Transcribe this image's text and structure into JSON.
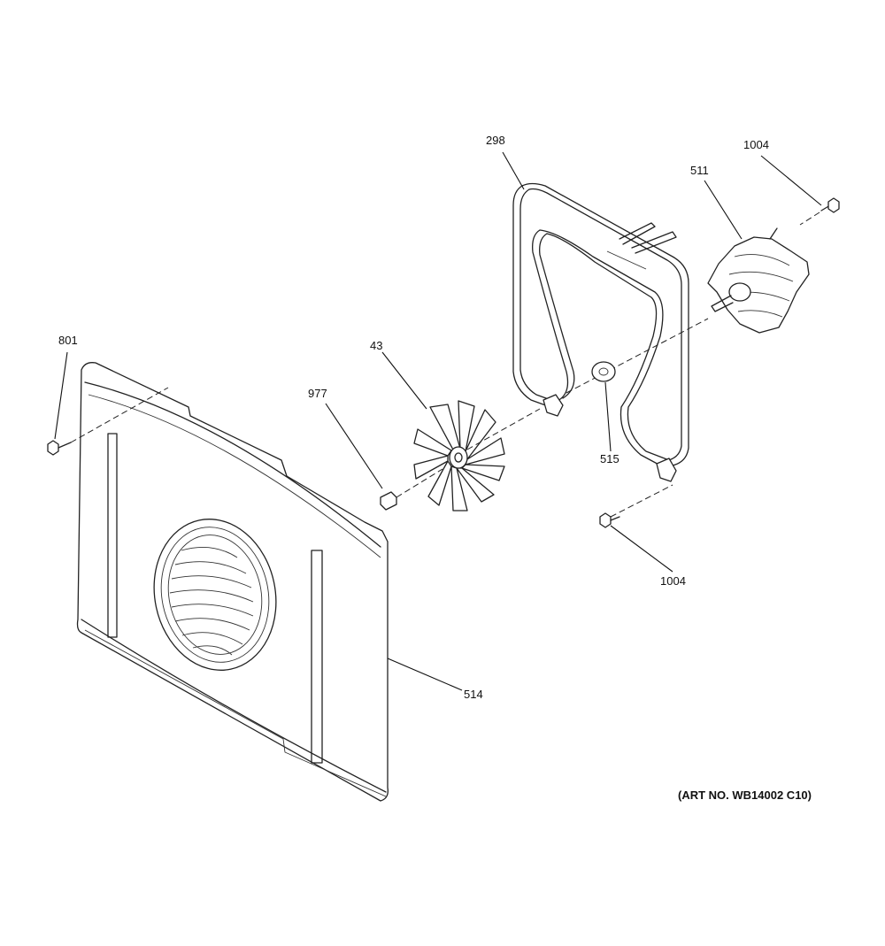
{
  "diagram": {
    "callouts": {
      "c298": "298",
      "c1004_top": "1004",
      "c511": "511",
      "c801": "801",
      "c43": "43",
      "c977": "977",
      "c515": "515",
      "c1004_bottom": "1004",
      "c514": "514"
    },
    "art_number": "(ART NO. WB14002 C10)"
  },
  "colors": {
    "line": "#222222",
    "background": "#ffffff"
  }
}
